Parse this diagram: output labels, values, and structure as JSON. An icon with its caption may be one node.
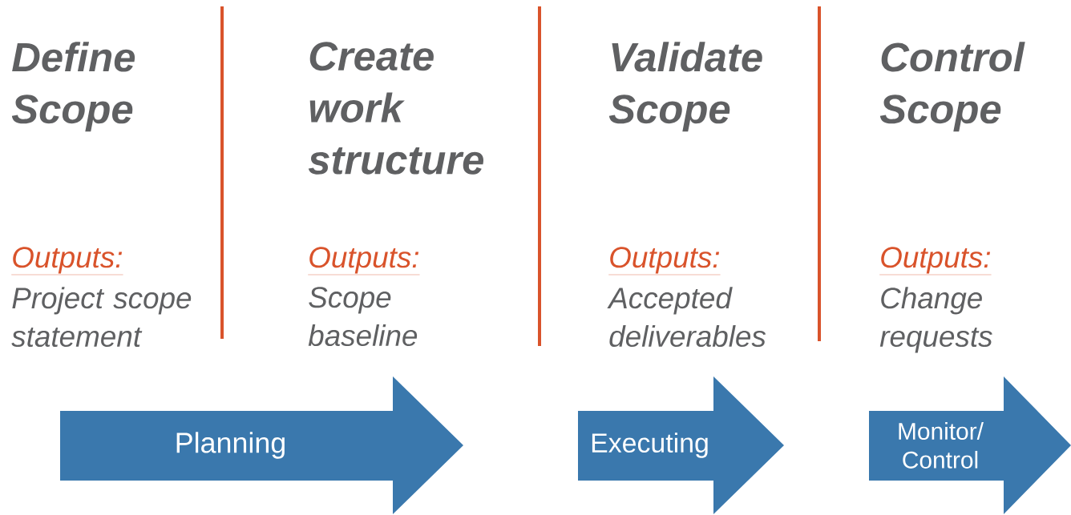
{
  "diagram": {
    "nodes": [
      {
        "text": [
          "Planning"
        ]
      },
      {
        "text": [
          "Executing"
        ]
      },
      {
        "text": [
          "Monitor/ Control"
        ]
      }
    ],
    "labels": [
      "Define Scope",
      "Outputs:",
      "Project scope statement",
      "Create work structure",
      "Outputs:",
      "Scope baseline",
      "Validate Scope",
      "Outputs:",
      "Accepted deliverables",
      "Control Scope",
      "Outputs:",
      "Change requests"
    ]
  }
}
